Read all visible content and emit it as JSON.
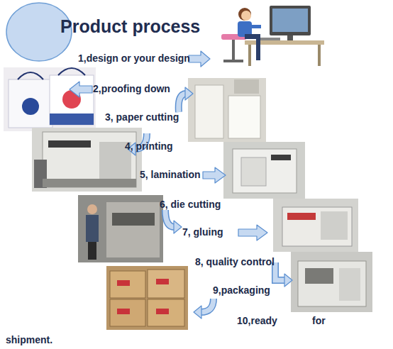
{
  "diagram": {
    "title": "Product process",
    "labels": [
      "1,design or your design",
      "2,proofing down",
      "3, paper cutting",
      "4, printing",
      "5, lamination",
      "6, die cutting",
      "7, gluing",
      "8, quality control",
      "9,packaging",
      "10,ready",
      "for",
      "shipment."
    ]
  }
}
